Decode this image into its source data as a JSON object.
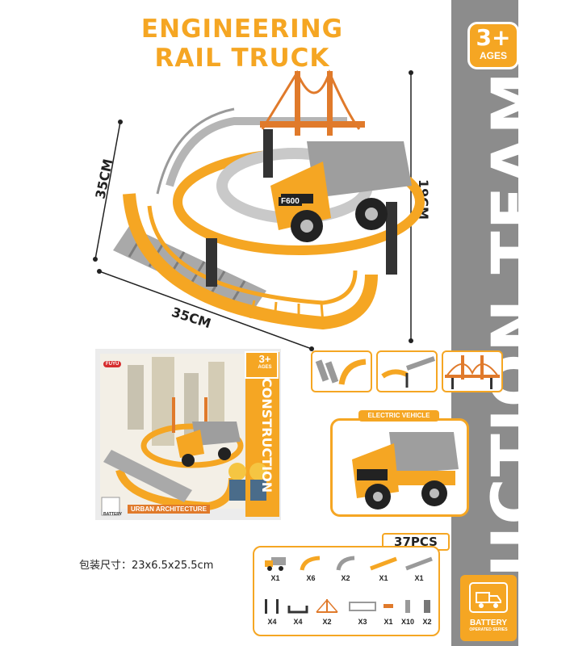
{
  "title": {
    "line1": "ENGINEERING",
    "line2": "RAIL TRUCK"
  },
  "side_band": {
    "text": "UCTION TEAM"
  },
  "age_badge": {
    "value": "3+",
    "label": "AGES"
  },
  "dimensions": {
    "left": "35CM",
    "bottom": "35CM",
    "height": "19CM"
  },
  "truck_label": "F600",
  "box_art": {
    "badge": "FUYU",
    "side_text": "CONSTRUCTION",
    "subtitle": "URBAN ARCHITECTURE",
    "age_value": "3+",
    "age_label": "AGES",
    "battery_label": "BATTERY"
  },
  "electric_vehicle": {
    "label": "ELECTRIC VEHICLE"
  },
  "pieces": {
    "count_label": "37PCS",
    "row1": [
      "X1",
      "X6",
      "X2",
      "X1",
      "X1"
    ],
    "row2": [
      "X4",
      "X4",
      "X2",
      "X3",
      "X1",
      "X10",
      "X2"
    ]
  },
  "packaging": "包装尺寸：23x6.5x25.5cm",
  "battery_badge": {
    "line1": "BATTERY",
    "line2": "OPERATED SERIES"
  },
  "colors": {
    "accent": "#f5a623",
    "band": "#8c8c8c",
    "track_gray": "#b5b5b5",
    "bridge": "#e07a2b"
  }
}
